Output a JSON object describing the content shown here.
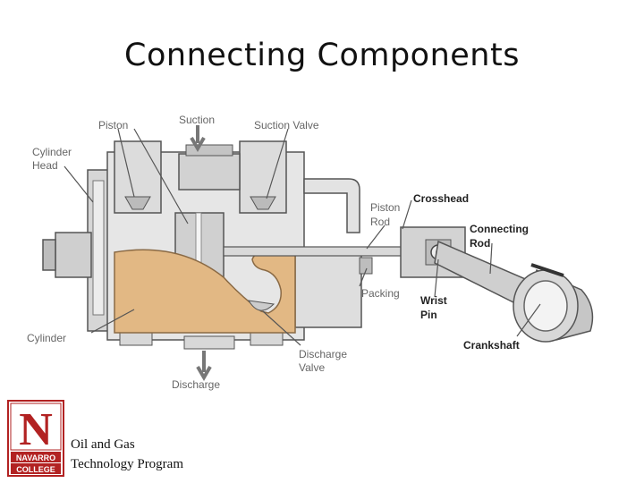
{
  "slide": {
    "title": "Connecting Components"
  },
  "labels": {
    "piston": "Piston",
    "suction": "Suction",
    "suction_valve": "Suction Valve",
    "cylinder_head": [
      "Cylinder",
      "Head"
    ],
    "crosshead": "Crosshead",
    "piston_rod": [
      "Piston",
      "Rod"
    ],
    "connecting_rod": [
      "Connecting",
      "Rod"
    ],
    "packing": "Packing",
    "wrist_pin": [
      "Wrist",
      "Pin"
    ],
    "cylinder": "Cylinder",
    "crankshaft": "Crankshaft",
    "discharge_valve": [
      "Discharge",
      "Valve"
    ],
    "discharge": "Discharge"
  },
  "logo": {
    "letter": "N",
    "line1": "NAVARRO",
    "line2": "COLLEGE",
    "color": "#b22222"
  },
  "footer": {
    "program_line1": "Oil and Gas",
    "program_line2": "Technology Program"
  }
}
